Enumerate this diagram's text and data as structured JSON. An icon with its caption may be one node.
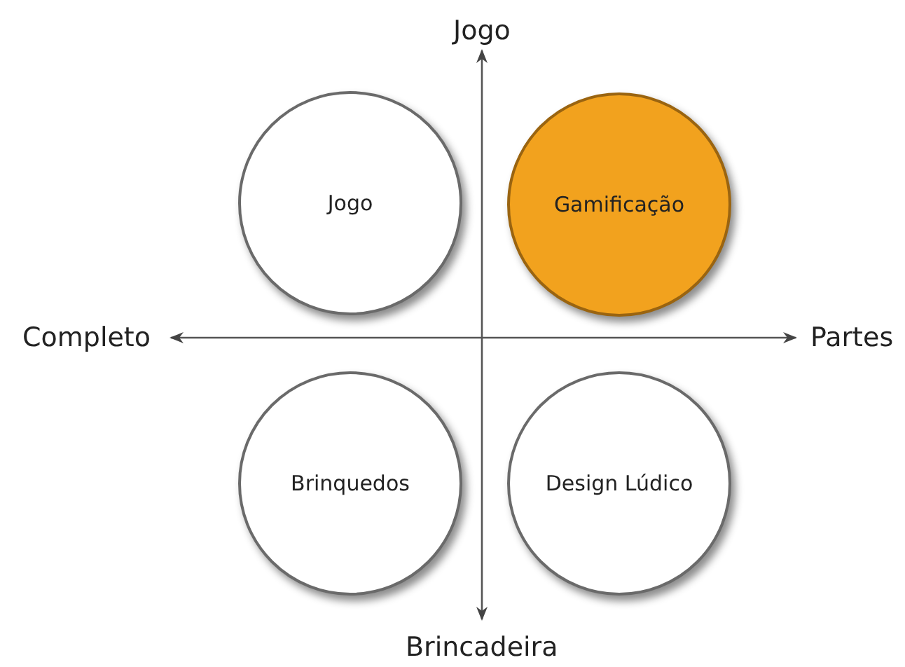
{
  "diagram": {
    "nodes": [
      {
        "text": [
          "Jogo"
        ]
      },
      {
        "text": [
          "Gamificação"
        ]
      },
      {
        "text": [
          "Brinquedos"
        ]
      },
      {
        "text": [
          "Design Lúdico"
        ]
      }
    ],
    "labels": [
      "Jogo",
      "Completo",
      "Partes",
      "Brincadeira"
    ]
  }
}
